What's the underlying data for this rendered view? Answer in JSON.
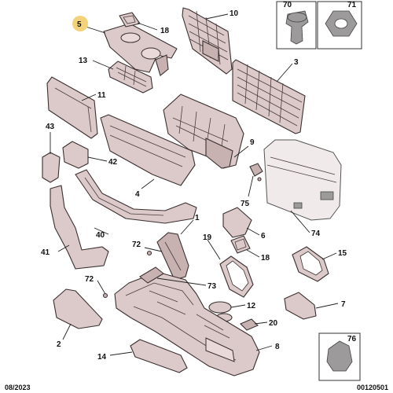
{
  "callouts": {
    "c5": "5",
    "c18a": "18",
    "c10": "10",
    "c70": "70",
    "c71": "71",
    "c13": "13",
    "c3": "3",
    "c11": "11",
    "c43": "43",
    "c9": "9",
    "c42": "42",
    "c4": "4",
    "c75": "75",
    "c74": "74",
    "c1": "1",
    "c6": "6",
    "c40": "40",
    "c41": "41",
    "c72a": "72",
    "c19": "19",
    "c18b": "18",
    "c15": "15",
    "c73": "73",
    "c72b": "72",
    "c12": "12",
    "c7": "7",
    "c20": "20",
    "c2": "2",
    "c8": "8",
    "c14": "14",
    "c76": "76"
  },
  "footer": {
    "date": "08/2023",
    "reference": "00120501"
  },
  "colors": {
    "part_fill": "#dcc9c9",
    "highlight": "#f3d27a",
    "outline": "#3b3030"
  }
}
